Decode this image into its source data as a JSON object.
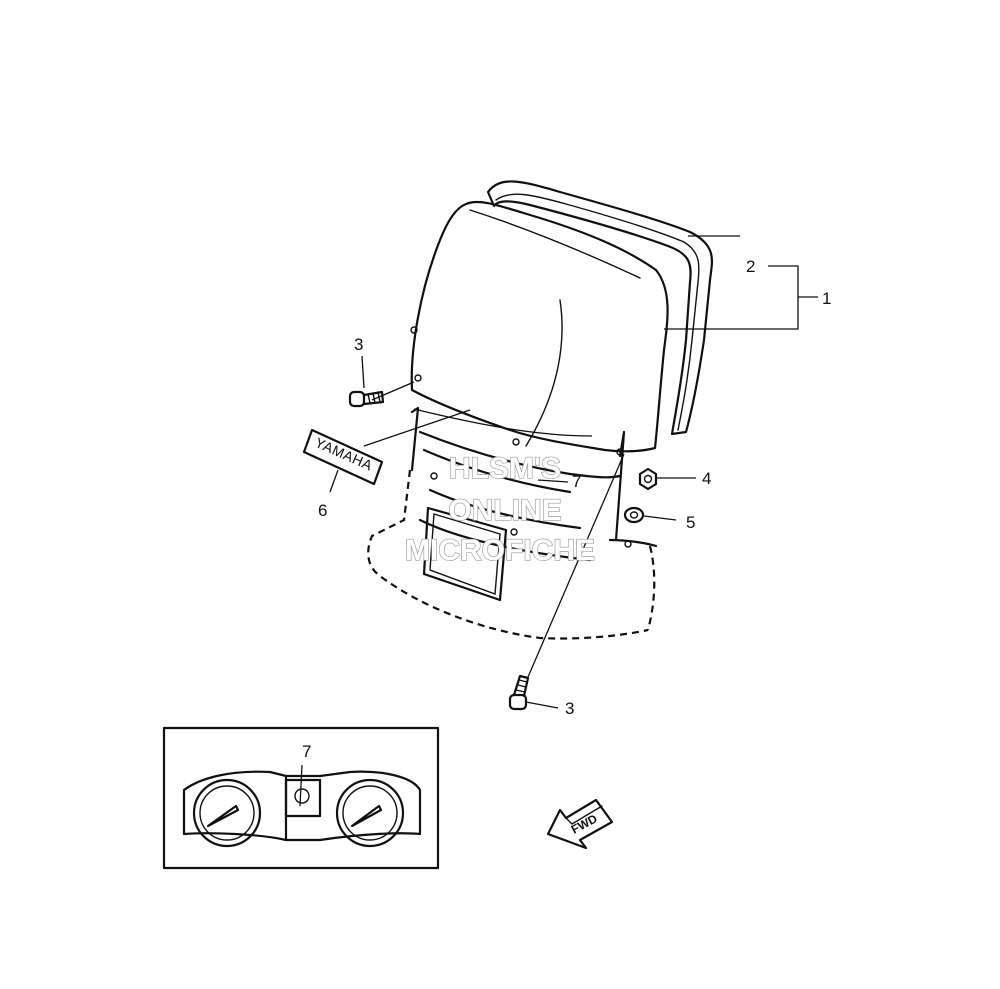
{
  "callouts": {
    "c1": "1",
    "c2": "2",
    "c3_bolt_upper": "3",
    "c3_bolt_lower": "3",
    "c4": "4",
    "c5": "5",
    "c6": "6",
    "c7_main": "7",
    "c7_inset": "7"
  },
  "labels": {
    "brand_decal": "YAMAHA",
    "direction_arrow": "FWD"
  },
  "watermark": {
    "line1": "HLSM'S",
    "line2": "ONLINE",
    "line3": "MICROFICHE"
  }
}
